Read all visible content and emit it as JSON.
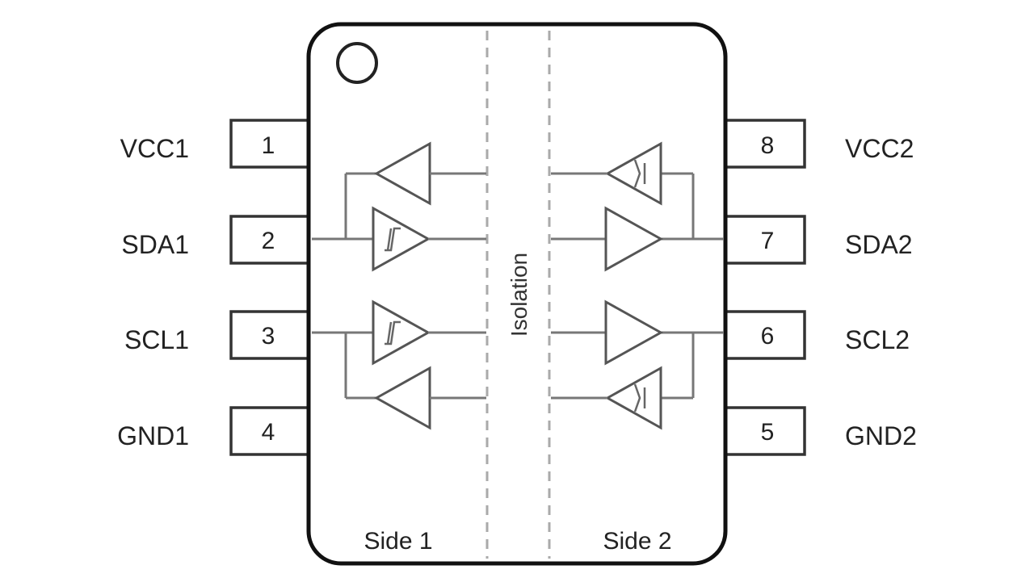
{
  "isolation_label": "Isolation",
  "side_labels": {
    "side1": "Side 1",
    "side2": "Side 2"
  },
  "pins": [
    {
      "number": "1",
      "name": "VCC1"
    },
    {
      "number": "2",
      "name": "SDA1"
    },
    {
      "number": "3",
      "name": "SCL1"
    },
    {
      "number": "4",
      "name": "GND1"
    },
    {
      "number": "5",
      "name": "GND2"
    },
    {
      "number": "6",
      "name": "SCL2"
    },
    {
      "number": "7",
      "name": "SDA2"
    },
    {
      "number": "8",
      "name": "VCC2"
    }
  ]
}
